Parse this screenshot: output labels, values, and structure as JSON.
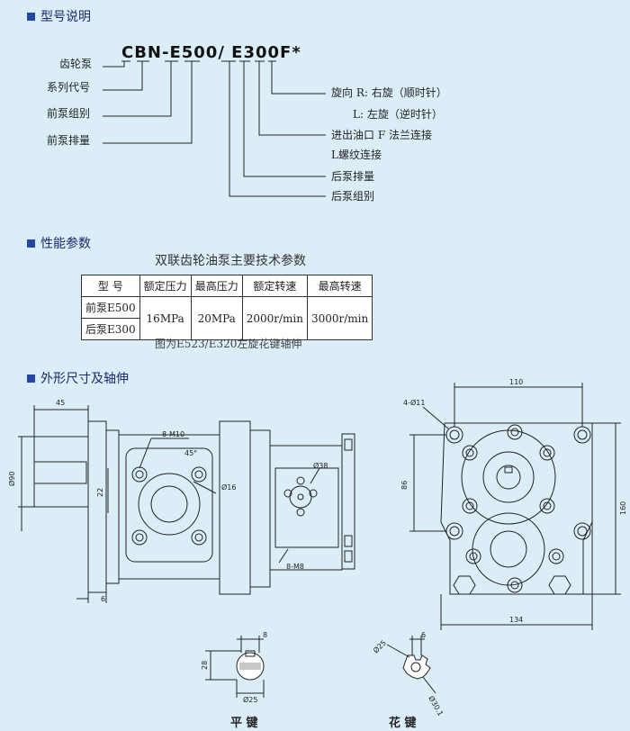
{
  "sections": {
    "model": "型号说明",
    "performance": "性能参数",
    "dimensions": "外形尺寸及轴伸"
  },
  "model_code": "CBN-E500/ E300F*",
  "model_left_labels": [
    "齿轮泵",
    "系列代号",
    "前泵组别",
    "前泵排量"
  ],
  "model_right_labels": [
    "旋向 R: 右旋（顺时针）",
    "L: 左旋（逆时针）",
    "进出油口 F 法兰连接",
    "L螺纹连接",
    "后泵排量",
    "后泵组别"
  ],
  "table": {
    "title": "双联齿轮油泵主要技术参数",
    "headers": [
      "型  号",
      "额定压力",
      "最高压力",
      "额定转速",
      "最高转速"
    ],
    "rows": [
      "前泵E500",
      "后泵E300"
    ],
    "values": [
      "16MPa",
      "20MPa",
      "2000r/min",
      "3000r/min"
    ]
  },
  "caption": "图为E523/E320左旋花键轴伸",
  "dims": {
    "d45": "45",
    "d90": "Ø90",
    "d22": "22",
    "d6": "6",
    "d8m10": "8-M10",
    "a45": "45°",
    "d16": "Ø16",
    "d38": "Ø38",
    "d8m8": "8-M8",
    "d110": "110",
    "d4011": "4-Ø11",
    "d86": "86",
    "d160": "160",
    "d134": "134",
    "k8": "8",
    "k28": "28",
    "k25": "Ø25",
    "s25": "Ø25",
    "s6": "6",
    "s301": "Ø30.1"
  },
  "key_labels": [
    "平 键",
    "花 键"
  ],
  "colors": {
    "accent": "#2447a6",
    "background": "#dbeef8"
  }
}
